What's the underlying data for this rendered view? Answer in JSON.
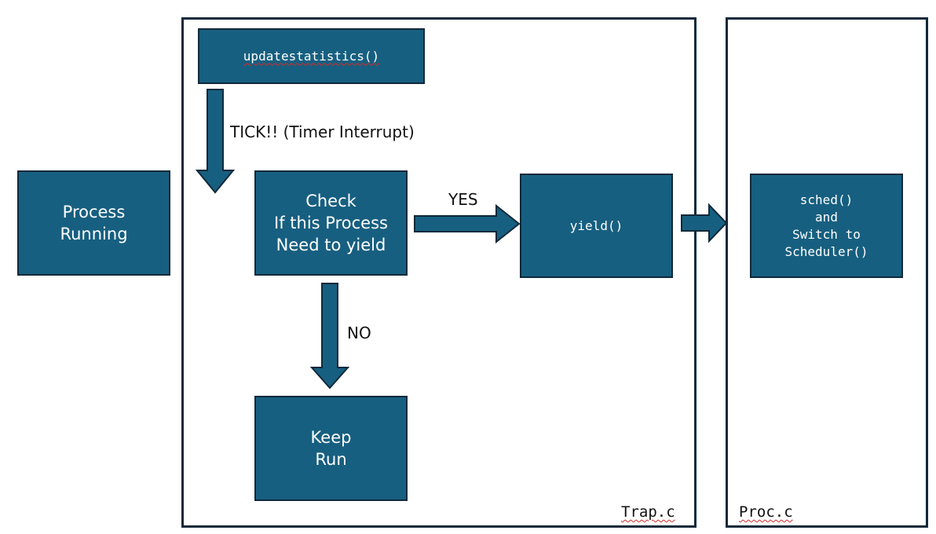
{
  "diagram": {
    "nodes": {
      "process_running": "Process\nRunning",
      "updatestatistics": "updatestatistics()",
      "check_yield": "Check\nIf this Process\nNeed to yield",
      "yield": "yield()",
      "keep_run": "Keep\nRun",
      "sched": "sched()\nand\nSwitch to\nScheduler()"
    },
    "edge_labels": {
      "tick": "TICK!! (Timer Interrupt)",
      "yes": "YES",
      "no": "NO"
    },
    "containers": {
      "trap": "Trap.c",
      "proc": "Proc.c"
    }
  },
  "colors": {
    "node_fill": "#175f80",
    "border": "#10293a",
    "node_text": "#ffffff",
    "spellcheck_underline": "#d12a2a"
  }
}
